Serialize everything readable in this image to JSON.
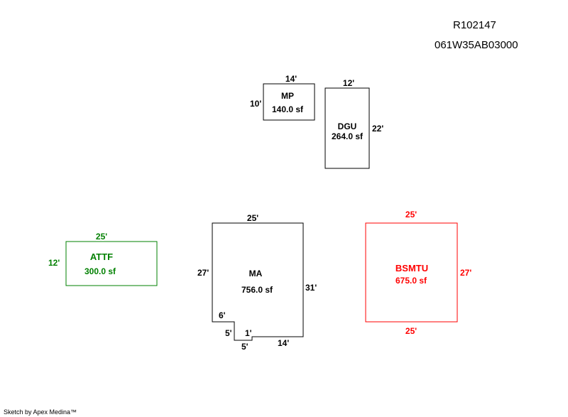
{
  "header": {
    "record_id": "R102147",
    "parcel_id": "061W35AB03000"
  },
  "colors": {
    "default": "#000000",
    "attf": "#008000",
    "bsmtu": "#ff0000"
  },
  "areas": {
    "mp": {
      "name": "MP",
      "area": "140.0 sf",
      "top": "14'",
      "left": "10'"
    },
    "dgu": {
      "name": "DGU",
      "area": "264.0 sf",
      "top": "12'",
      "right": "22'"
    },
    "attf": {
      "name": "ATTF",
      "area": "300.0 sf",
      "top": "25'",
      "left": "12'"
    },
    "ma": {
      "name": "MA",
      "area": "756.0 sf",
      "top": "25'",
      "left": "27'",
      "right": "31'",
      "notch_top": "6'",
      "notch_left": "5'",
      "notch_bottom": "5'",
      "notch_right": "1'",
      "bottom": "14'"
    },
    "bsmtu": {
      "name": "BSMTU",
      "area": "675.0 sf",
      "top": "25'",
      "right": "27'",
      "bottom": "25'"
    }
  },
  "footer": {
    "credit": "Sketch by Apex Medina™"
  }
}
